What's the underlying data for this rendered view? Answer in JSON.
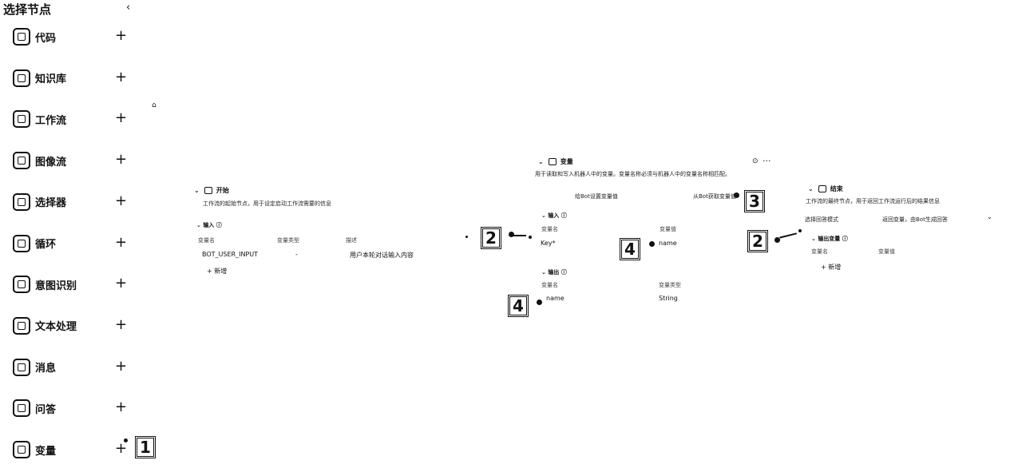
{
  "sidebar": {
    "title": "选择节点",
    "collapse_glyph": "‹",
    "items": [
      {
        "label": "代码",
        "icon": "code-icon"
      },
      {
        "label": "知识库",
        "icon": "knowledge-base-icon"
      },
      {
        "label": "工作流",
        "icon": "workflow-icon"
      },
      {
        "label": "图像流",
        "icon": "image-flow-icon"
      },
      {
        "label": "选择器",
        "icon": "selector-icon"
      },
      {
        "label": "循环",
        "icon": "loop-icon"
      },
      {
        "label": "意图识别",
        "icon": "intent-icon"
      },
      {
        "label": "文本处理",
        "icon": "text-process-icon"
      },
      {
        "label": "消息",
        "icon": "message-icon"
      },
      {
        "label": "问答",
        "icon": "qa-icon"
      },
      {
        "label": "变量",
        "icon": "variable-icon"
      }
    ],
    "plus": "+"
  },
  "start_node": {
    "title": "开始",
    "description": "工作流的起始节点，用于设定启动工作流需要的信息",
    "input_section": "输入",
    "col1": "变量名",
    "col2": "变量类型",
    "col3": "描述",
    "row_name": "BOT_USER_INPUT",
    "row_type": "-",
    "row_desc": "用户本轮对话输入内容",
    "add": "新增"
  },
  "variable_node": {
    "title": "变量",
    "description": "用于读取和写入机器人中的变量。变量名称必须与机器人中的变量名称相匹配。",
    "mode_left": "给Bot设置变量值",
    "mode_right": "从Bot获取变量值",
    "input_section": "输入",
    "input_col1": "变量名",
    "input_col2": "变量值",
    "input_key": "Key*",
    "input_value": "name",
    "output_section": "输出",
    "output_col1": "变量名",
    "output_col2": "变量类型",
    "output_name": "name",
    "output_type": "String",
    "more": "···"
  },
  "end_node": {
    "title": "结束",
    "description": "工作流的最终节点，用于返回工作流运行后的结果信息",
    "answer_mode_label": "选择回答模式",
    "answer_mode_value": "返回变量，由Bot生成回答",
    "output_section": "输出变量",
    "col1": "变量名",
    "col2": "变量值",
    "add": "新增"
  },
  "badges": {
    "one": "1",
    "two": "2",
    "three": "3",
    "four": "4"
  }
}
